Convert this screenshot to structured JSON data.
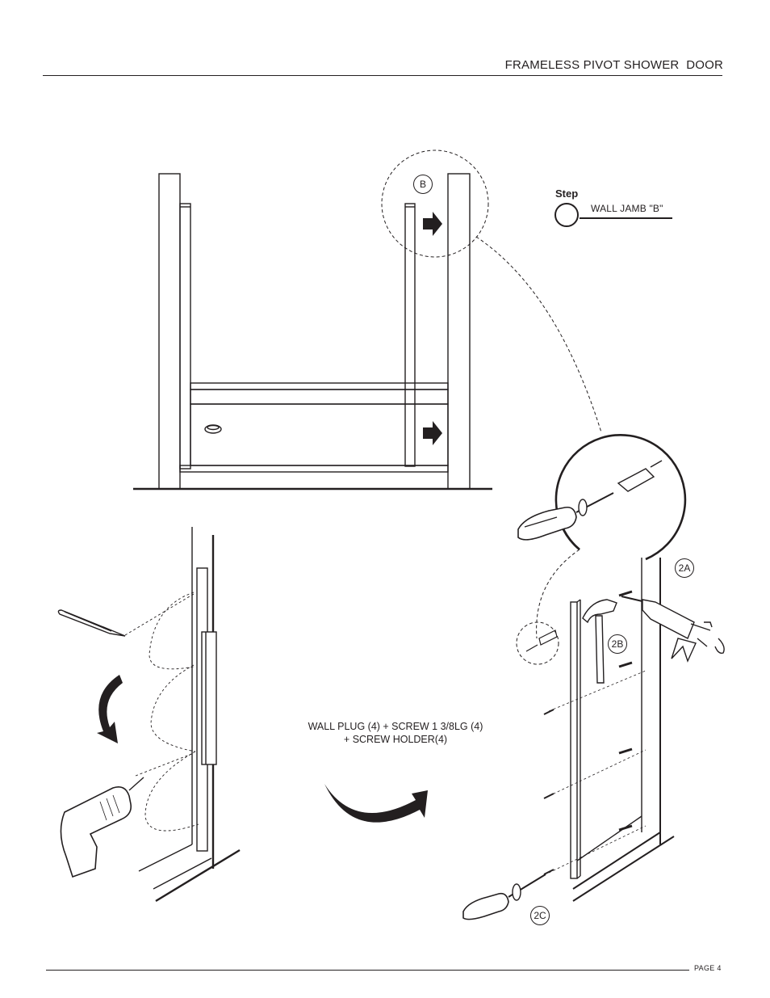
{
  "header": {
    "title": "FRAMELESS PIVOT SHOWER  DOOR"
  },
  "step": {
    "label": "Step",
    "text": "WALL JAMB \"B\""
  },
  "parts_note": {
    "line1": "WALL PLUG (4) + SCREW 1 3/8LG (4)",
    "line2": "+ SCREW HOLDER(4)"
  },
  "callouts": {
    "b": "B",
    "a2": "2A",
    "b2": "2B",
    "c2": "2C"
  },
  "footer": {
    "page": "PAGE 4"
  }
}
